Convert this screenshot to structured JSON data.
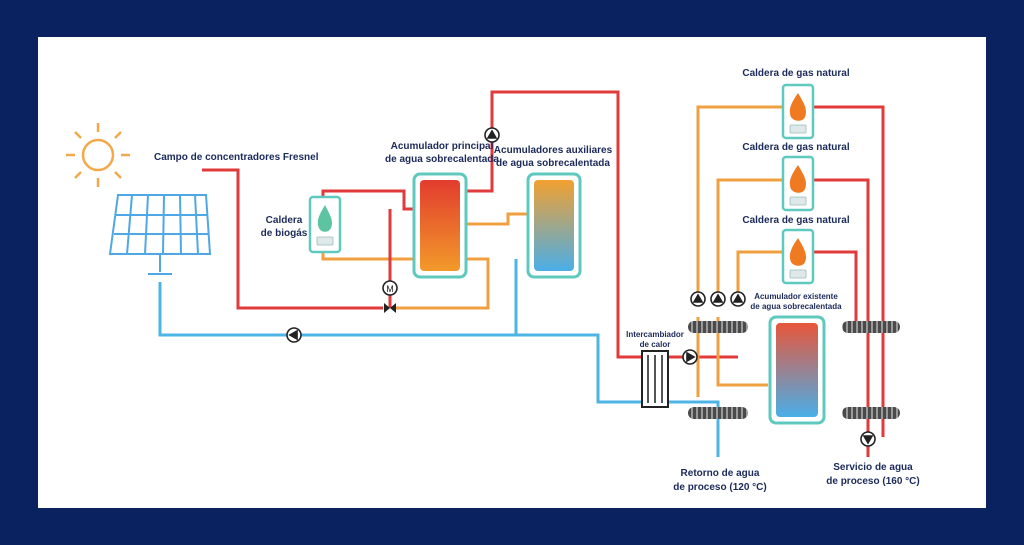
{
  "colors": {
    "background": "#0b2260",
    "hot": "#e03a3a",
    "warm": "#f0a040",
    "cold": "#4db5e6",
    "teal": "#5fc9bf",
    "solar_panel": "#4fa8e6",
    "sun": "#f2a94a",
    "flame_orange": "#f07a22",
    "flame_green": "#5cc4a0",
    "text": "#1b2a5a"
  },
  "icons": [
    "sun-icon",
    "solar-panel-icon",
    "flame-icon",
    "pump-icon",
    "motor-valve-icon",
    "heat-exchanger-icon",
    "tank-icon"
  ],
  "labels": {
    "solar_field": "Campo de concentradores Fresnel",
    "biogas_boiler": [
      "Caldera",
      "de biogás"
    ],
    "main_tank": [
      "Acumulador principal",
      "de agua sobrecalentada"
    ],
    "aux_tanks": [
      "Acumuladores auxiliares",
      "de agua sobrecalentada"
    ],
    "gas_boiler_1": "Caldera de gas natural",
    "gas_boiler_2": "Caldera de gas natural",
    "gas_boiler_3": "Caldera de gas natural",
    "existing_tank": [
      "Acumulador existente",
      "de agua sobrecalentada"
    ],
    "exchanger": [
      "Intercambiador",
      "de calor"
    ],
    "return": [
      "Retorno de agua",
      "de proceso (120 °C)"
    ],
    "service": [
      "Servicio de agua",
      "de proceso (160 °C)"
    ],
    "motor": "M"
  }
}
